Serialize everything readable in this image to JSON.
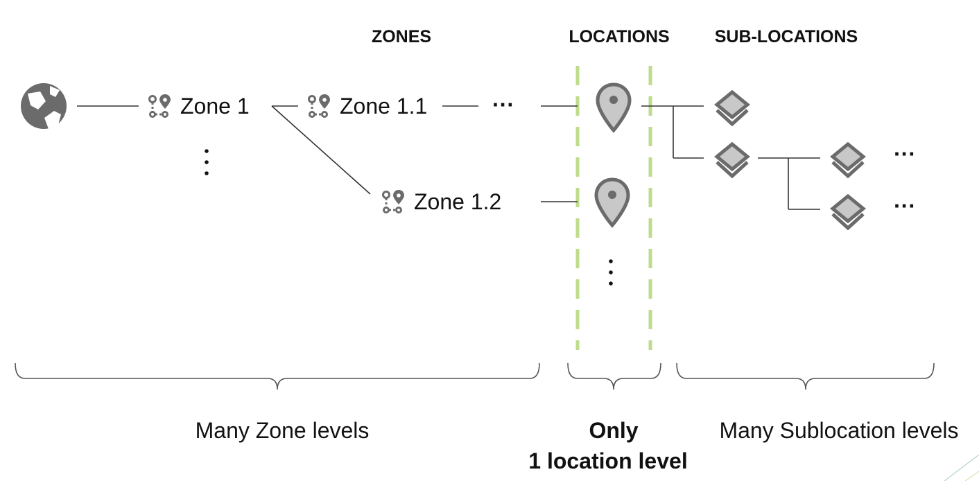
{
  "headers": {
    "zones": "ZONES",
    "locations": "LOCATIONS",
    "sub_locations": "SUB-LOCATIONS"
  },
  "nodes": {
    "zone_1": "Zone 1",
    "zone_1_1": "Zone 1.1",
    "zone_1_2": "Zone 1.2"
  },
  "continuation": {
    "horizontal": "···",
    "vertical": "⋮"
  },
  "footer": {
    "zones": "Many Zone levels",
    "locations_line1": "Only",
    "locations_line2": "1 location level",
    "sub_locations": "Many Sublocation levels"
  },
  "icons": {
    "root": "globe-icon",
    "zone": "zone-route-icon",
    "location": "map-pin-icon",
    "sub_location": "layers-icon"
  },
  "colors": {
    "icon": "#6b6b6b",
    "icon_fill_light": "#c8c8c8",
    "guide": "#bfdc8c",
    "text": "#111111"
  }
}
